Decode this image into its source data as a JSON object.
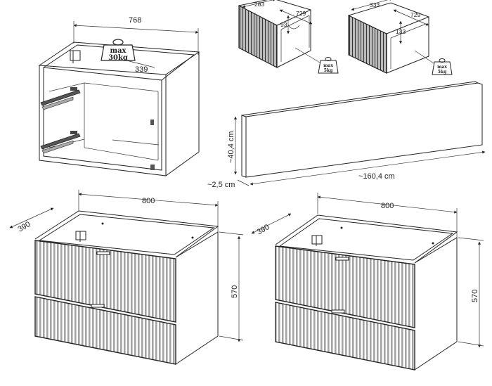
{
  "carcass": {
    "width_label": "768",
    "depth_label": "339",
    "max_load_line1": "max",
    "max_load_line2": "30kg"
  },
  "drawer_top": {
    "width_label": "283",
    "depth_label": "729",
    "height_label": "93",
    "load_label": "max\n5kg"
  },
  "drawer_bottom": {
    "width_label": "333",
    "depth_label": "729",
    "height_label": "133",
    "load_label": "max\n5kg"
  },
  "panel": {
    "height_label": "~40,4 cm",
    "thickness_label": "~2,5 cm",
    "length_label": "~160,4 cm"
  },
  "cabinet_left": {
    "width_label": "800",
    "depth_label": "390",
    "height_label": "570"
  },
  "cabinet_right": {
    "width_label": "800",
    "depth_label": "390",
    "height_label": "570"
  },
  "weight_badge": {
    "line1": "max",
    "line2": "5kg"
  }
}
